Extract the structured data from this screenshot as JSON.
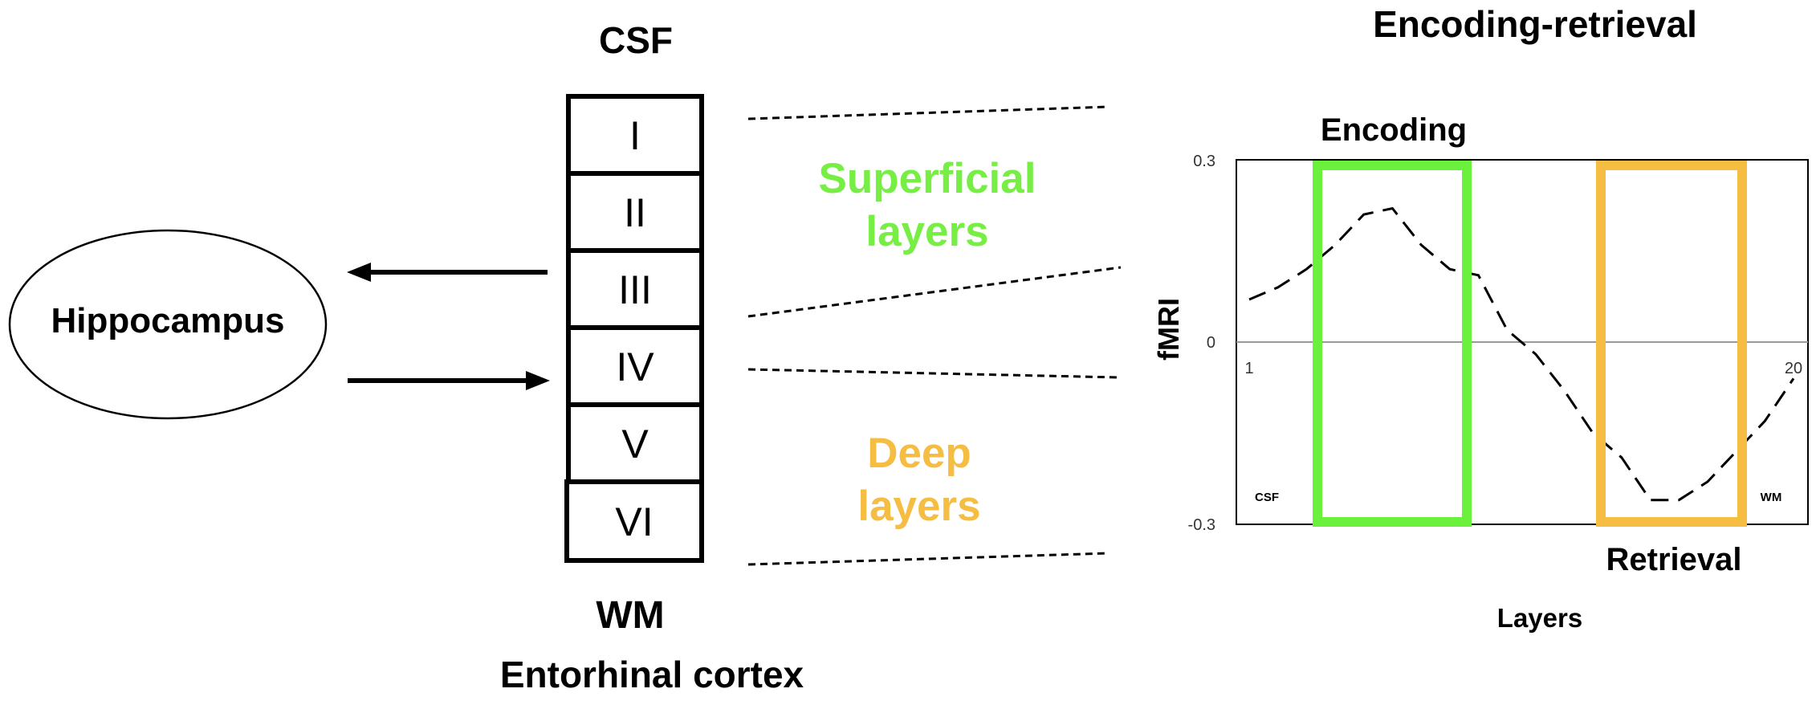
{
  "left_panel": {
    "hippocampus_label": "Hippocampus",
    "csf_label": "CSF",
    "wm_label": "WM",
    "caption": "Entorhinal cortex",
    "layers": [
      "I",
      "II",
      "III",
      "IV",
      "V",
      "VI"
    ],
    "superficial_label": [
      "Superficial",
      "layers"
    ],
    "deep_label": [
      "Deep",
      "layers"
    ]
  },
  "chart_panel": {
    "title": "Encoding-retrieval",
    "encoding_label": "Encoding",
    "retrieval_label": "Retrieval",
    "csf_corner": "CSF",
    "wm_corner": "WM"
  },
  "colors": {
    "superficial": "#77ee44",
    "deep": "#f5bd42",
    "encoding_box": "#6bf03c",
    "retrieval_box": "#f5bd42",
    "ink": "#000000",
    "zero_line": "#999999"
  },
  "chart_data": {
    "type": "line",
    "title": "Encoding-retrieval",
    "xlabel": "Layers",
    "ylabel": "fMRI",
    "xlim": [
      1,
      20
    ],
    "ylim": [
      -0.3,
      0.3
    ],
    "y_ticks": [
      "0.3",
      "0",
      "-0.3"
    ],
    "x_ticks": [
      "1",
      "20"
    ],
    "series": [
      {
        "style": "dashed",
        "x": [
          1,
          2,
          3,
          4,
          5,
          6,
          7,
          8,
          9,
          10,
          11,
          12,
          13,
          14,
          15,
          16,
          17,
          18,
          19,
          20
        ],
        "y": [
          0.07,
          0.09,
          0.12,
          0.16,
          0.21,
          0.22,
          0.16,
          0.12,
          0.11,
          0.02,
          -0.02,
          -0.08,
          -0.15,
          -0.19,
          -0.26,
          -0.26,
          -0.23,
          -0.18,
          -0.13,
          -0.06
        ]
      }
    ],
    "highlights": [
      {
        "name": "Encoding",
        "x_range": [
          3,
          8
        ]
      },
      {
        "name": "Retrieval",
        "x_range": [
          14,
          18
        ]
      }
    ]
  }
}
